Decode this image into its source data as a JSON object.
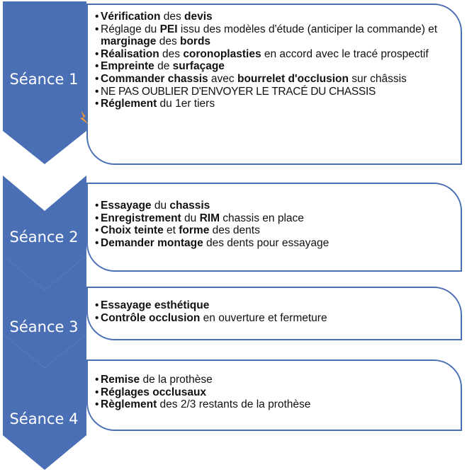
{
  "colors": {
    "arrow": "#4a6fb5",
    "border": "#4a6fb5",
    "text": "#111111",
    "spark": "#f29b3a"
  },
  "seances": [
    {
      "label": "Séance 1",
      "items": [
        [
          [
            "b",
            "Vérification"
          ],
          [
            "t",
            " des "
          ],
          [
            "b",
            "devis"
          ]
        ],
        [
          [
            "t",
            "Réglage du "
          ],
          [
            "b",
            "PEI"
          ],
          [
            "t",
            " issu des modèles d'étude (anticiper la commande) et "
          ],
          [
            "b",
            "marginage"
          ],
          [
            "t",
            " des "
          ],
          [
            "b",
            "bords"
          ]
        ],
        [
          [
            "b",
            "Réalisation"
          ],
          [
            "t",
            " des "
          ],
          [
            "b",
            "coronoplasties"
          ],
          [
            "t",
            " en accord avec le tracé prospectif"
          ]
        ],
        [
          [
            "b",
            "Empreinte"
          ],
          [
            "t",
            " de "
          ],
          [
            "b",
            "surfaçage"
          ]
        ],
        [
          [
            "b",
            "Commander chassis"
          ],
          [
            "t",
            " avec "
          ],
          [
            "b",
            "bourrelet d'occlusion"
          ],
          [
            "t",
            " sur châssis"
          ]
        ],
        [
          [
            "t",
            "NE PAS OUBLIER D'ENVOYER LE TRACÉ DU CHASSIS"
          ]
        ],
        [
          [
            "b",
            "Réglement"
          ],
          [
            "t",
            " du 1er tiers"
          ]
        ]
      ]
    },
    {
      "label": "Séance 2",
      "items": [
        [
          [
            "b",
            "Essayage"
          ],
          [
            "t",
            " du "
          ],
          [
            "b",
            "chassis"
          ]
        ],
        [
          [
            "b",
            "Enregistrement"
          ],
          [
            "t",
            " du "
          ],
          [
            "b",
            "RIM"
          ],
          [
            "t",
            " chassis en place"
          ]
        ],
        [
          [
            "b",
            "Choix teinte"
          ],
          [
            "t",
            " et "
          ],
          [
            "b",
            "forme"
          ],
          [
            "t",
            " des dents"
          ]
        ],
        [
          [
            "b",
            "Demander montage"
          ],
          [
            "t",
            " des dents pour essayage"
          ]
        ]
      ]
    },
    {
      "label": "Séance 3",
      "items": [
        [
          [
            "b",
            "Essayage esthétique"
          ]
        ],
        [
          [
            "b",
            "Contrôle occlusion"
          ],
          [
            "t",
            " en ouverture et fermeture"
          ]
        ]
      ]
    },
    {
      "label": "Séance 4",
      "items": [
        [
          [
            "b",
            "Remise"
          ],
          [
            "t",
            " de la prothèse"
          ]
        ],
        [
          [
            "b",
            "Réglages occlusaux"
          ]
        ],
        [
          [
            "b",
            "Règlement"
          ],
          [
            "t",
            " des 2/3 restants de la prothèse"
          ]
        ]
      ]
    }
  ]
}
